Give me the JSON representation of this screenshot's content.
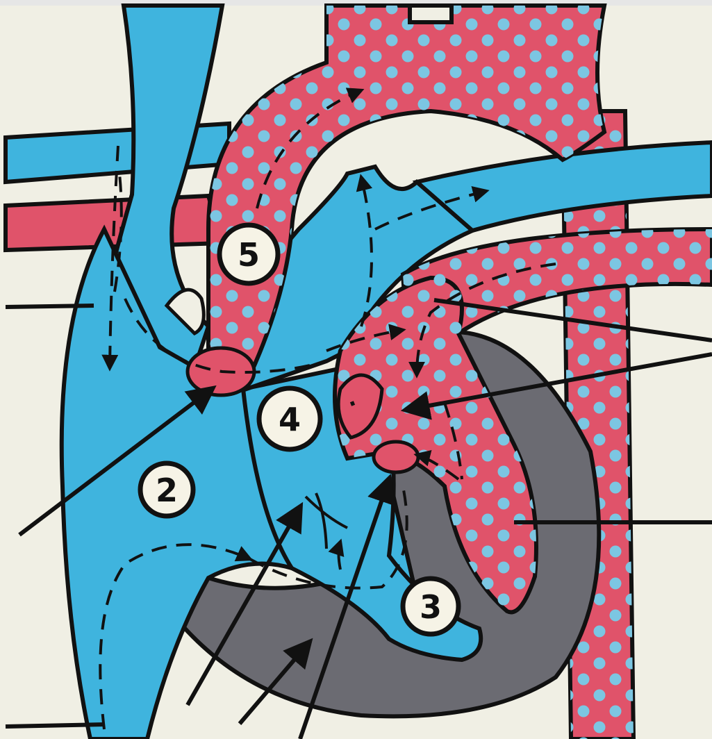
{
  "diagram": {
    "colors": {
      "background": "#f0efe4",
      "deoxygenated_blue": "#3fb4de",
      "oxygenated_red": "#e0536a",
      "muscle_gray": "#6b6b72",
      "outline": "#111111",
      "badge_fill": "#f6f3e6",
      "dot": "#7cc6e2"
    },
    "numbered_labels": [
      {
        "id": "label-2",
        "text": "2"
      },
      {
        "id": "label-3",
        "text": "3"
      },
      {
        "id": "label-4",
        "text": "4"
      },
      {
        "id": "label-5",
        "text": "5"
      }
    ]
  }
}
